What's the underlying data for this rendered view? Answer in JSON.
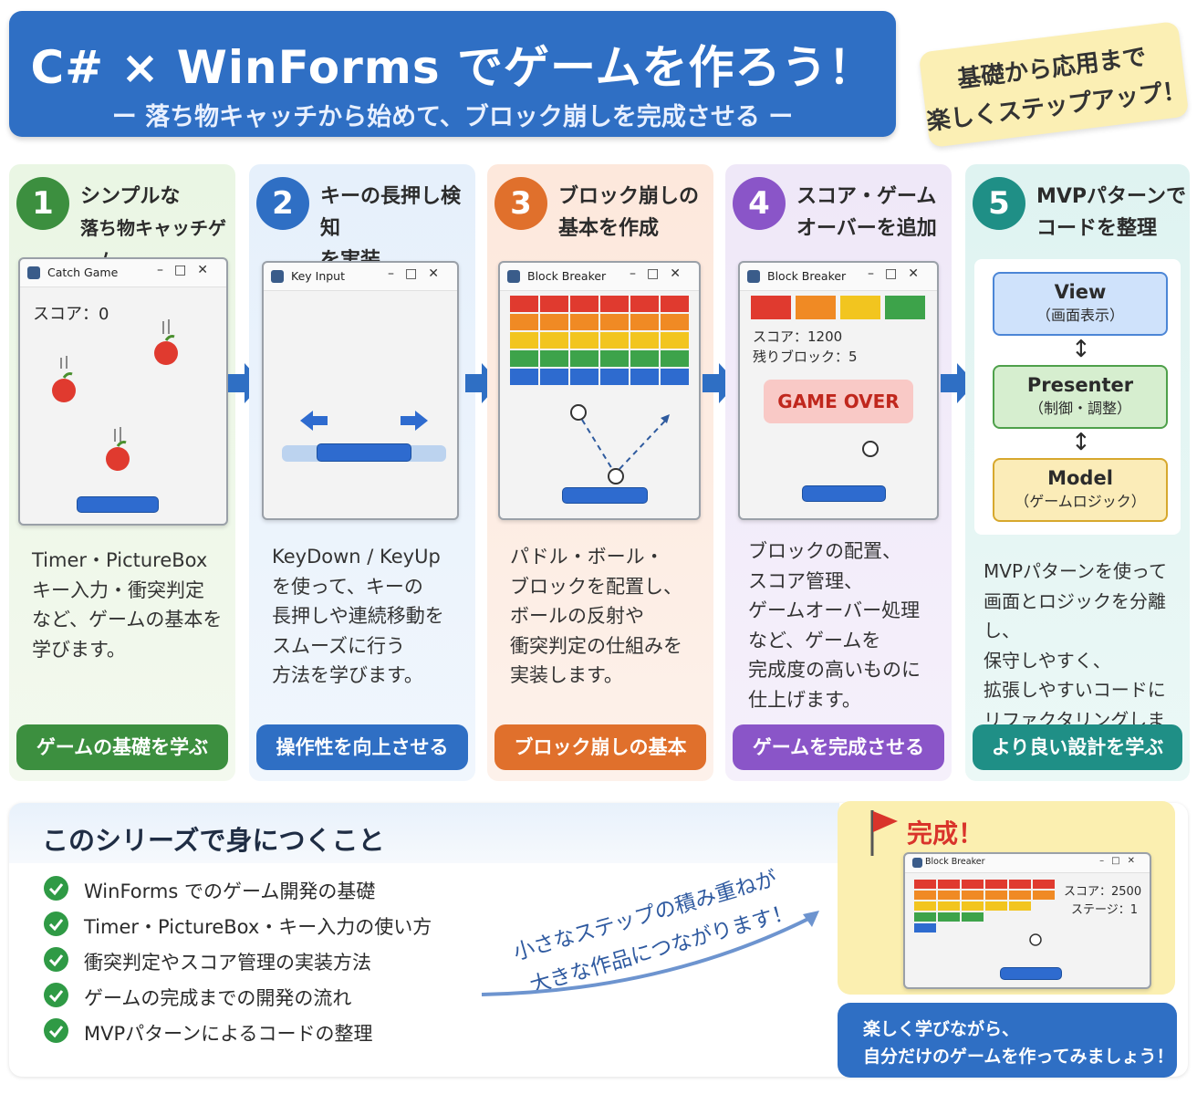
{
  "header": {
    "title": "C# × WinForms でゲームを作ろう！",
    "subtitle": "ー 落ち物キャッチから始めて、ブロック崩しを完成させる ー"
  },
  "sticky_note": {
    "line1": "基礎から応用まで",
    "line2": "楽しくステップアップ！"
  },
  "colors": {
    "step1": "#3c8f3f",
    "step2": "#2f6fc4",
    "step3": "#e0702c",
    "step4": "#8a55c8",
    "step5": "#1f8f86",
    "accent_blue": "#2f6fc4"
  },
  "steps": [
    {
      "number": "1",
      "title_line1": "シンプルな",
      "title_line2": "落ち物キャッチゲーム",
      "window_title": "Catch Game",
      "score_label": "スコア：0",
      "desc": [
        "Timer・PictureBox",
        "キー入力・衝突判定",
        "など、ゲームの基本を",
        "学びます。"
      ],
      "badge": "ゲームの基礎を学ぶ"
    },
    {
      "number": "2",
      "title_line1": "キーの長押し検知",
      "title_line2": "を実装",
      "window_title": "Key Input",
      "desc": [
        "KeyDown / KeyUp",
        "を使って、キーの",
        "長押しや連続移動を",
        "スムーズに行う",
        "方法を学びます。"
      ],
      "badge": "操作性を向上させる"
    },
    {
      "number": "3",
      "title_line1": "ブロック崩しの",
      "title_line2": "基本を作成",
      "window_title": "Block Breaker",
      "desc": [
        "パドル・ボール・",
        "ブロックを配置し、",
        "ボールの反射や",
        "衝突判定の仕組みを",
        "実装します。"
      ],
      "badge": "ブロック崩しの基本"
    },
    {
      "number": "4",
      "title_line1": "スコア・ゲーム",
      "title_line2": "オーバーを追加",
      "window_title": "Block Breaker",
      "score_label": "スコア：1200",
      "blocks_label": "残りブロック：5",
      "game_over": "GAME OVER",
      "desc": [
        "ブロックの配置、",
        "スコア管理、",
        "ゲームオーバー処理",
        "など、ゲームを",
        "完成度の高いものに",
        "仕上げます。"
      ],
      "badge": "ゲームを完成させる"
    },
    {
      "number": "5",
      "title_line1": "MVPパターンで",
      "title_line2": "コードを整理",
      "mvp": [
        {
          "name": "View",
          "role": "（画面表示）"
        },
        {
          "name": "Presenter",
          "role": "（制御・調整）"
        },
        {
          "name": "Model",
          "role": "（ゲームロジック）"
        }
      ],
      "desc": [
        "MVPパターンを使って",
        "画面とロジックを分離し、",
        "保守しやすく、",
        "拡張しやすいコードに",
        "リファクタリングします。"
      ],
      "badge": "より良い設計を学ぶ"
    }
  ],
  "learn": {
    "title": "このシリーズで身につくこと",
    "items": [
      "WinForms でのゲーム開発の基礎",
      "Timer・PictureBox・キー入力の使い方",
      "衝突判定やスコア管理の実装方法",
      "ゲームの完成までの開発の流れ",
      "MVPパターンによるコードの整理"
    ],
    "curve_line1": "小さなステップの積み重ねが",
    "curve_line2": "大きな作品につながります！"
  },
  "final": {
    "label": "完成！",
    "window_title": "Block Breaker",
    "score_label": "スコア：2500",
    "stage_label": "ステージ：1",
    "message_line1": "楽しく学びながら、",
    "message_line2": "自分だけのゲームを作ってみましょう！"
  }
}
